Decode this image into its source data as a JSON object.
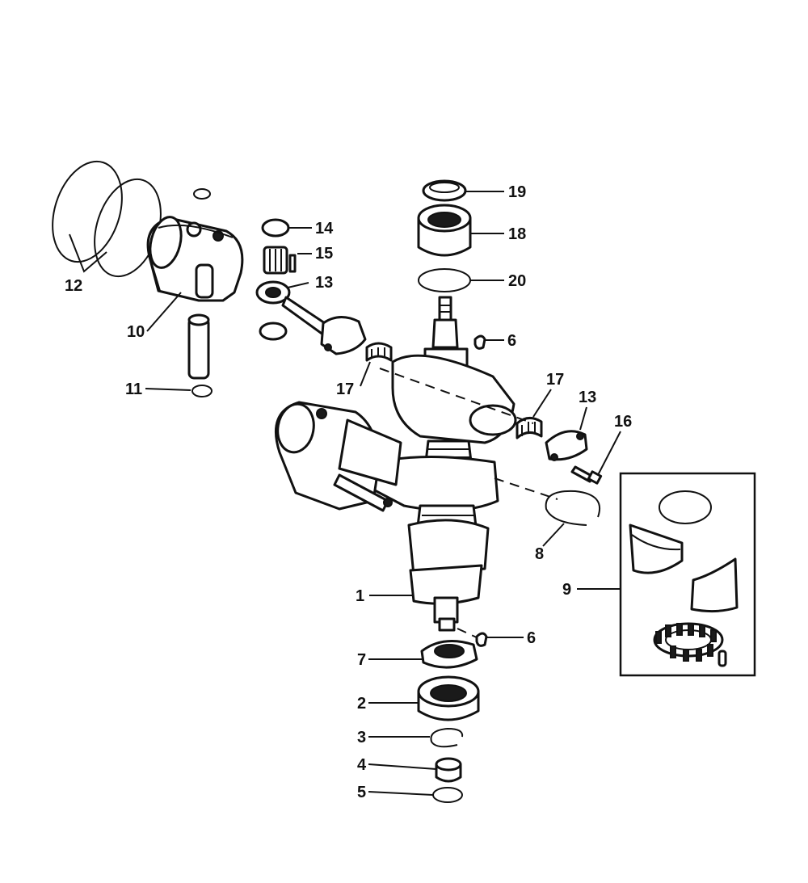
{
  "callouts": {
    "c1": "1",
    "c2": "2",
    "c3": "3",
    "c4": "4",
    "c5": "5",
    "c6a": "6",
    "c6b": "6",
    "c7": "7",
    "c8": "8",
    "c9": "9",
    "c10": "10",
    "c11": "11",
    "c12": "12",
    "c13a": "13",
    "c13b": "13",
    "c14": "14",
    "c15": "15",
    "c16": "16",
    "c17a": "17",
    "c17b": "17",
    "c18": "18",
    "c19": "19",
    "c20": "20"
  }
}
